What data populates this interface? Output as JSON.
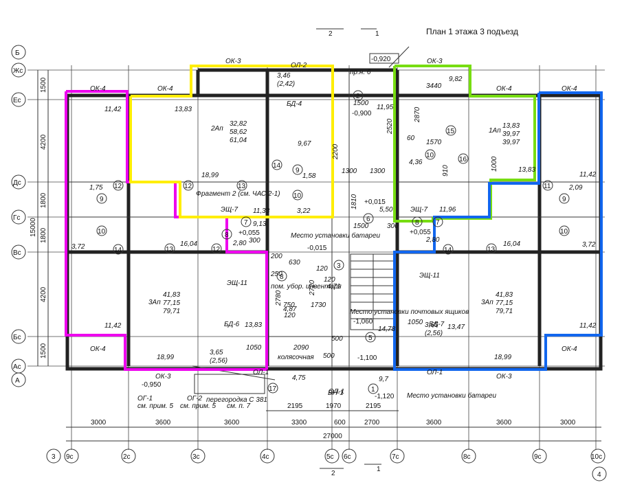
{
  "title": "План 1 этажа 3 подъезд",
  "highlight_colors": {
    "magenta": "#ee00ee",
    "yellow": "#ffee00",
    "green": "#77dd11",
    "blue": "#1166ee"
  },
  "axes_rows": [
    "Б",
    "Жс",
    "Ес",
    "Дс",
    "Гс",
    "Вс",
    "Бс",
    "Ас",
    "А"
  ],
  "axes_cols": [
    "3",
    "9с",
    "2с",
    "3с",
    "4с",
    "5с",
    "6с",
    "7с",
    "8с",
    "9с",
    "10с",
    "4"
  ],
  "left_dims": [
    "1500",
    "4200",
    "1800",
    "1800",
    "15000",
    "4200",
    "1500"
  ],
  "bottom_dims": [
    "3000",
    "3600",
    "3600",
    "3300",
    "600",
    "2700",
    "3600",
    "3600",
    "3000"
  ],
  "bottom_sub_dims": [
    "2195",
    "1970",
    "2195"
  ],
  "total_dim": "27000",
  "section_marks": [
    "2",
    "1",
    "2",
    "1"
  ],
  "apartments": [
    {
      "label": "2Ап",
      "area1": "32,82",
      "area2": "58,62",
      "area3": "61,04"
    },
    {
      "label": "1Ап",
      "area1": "13,83",
      "area2": "39,97",
      "area3": "39,97"
    },
    {
      "label": "3Ап",
      "area1": "41,83",
      "area2": "77,15",
      "area3": "79,71"
    },
    {
      "label": "3Ап",
      "area1": "41,83",
      "area2": "77,15",
      "area3": "79,71"
    }
  ],
  "windows": [
    "ОК-4",
    "ОК-4",
    "ОК-3",
    "ОЛ-2",
    "ОК-3",
    "ОК-4",
    "ОК-4",
    "ОК-4",
    "ОК-3",
    "ОЛ-1",
    "ОК-3",
    "ОЛ-1",
    "ОК-4",
    "ОЛ-1"
  ],
  "doors": [
    "БД-4",
    "БД-6",
    "БД-7"
  ],
  "areas": [
    "11,42",
    "13,83",
    "18,99",
    "1,75",
    "3,72",
    "16,04",
    "2,80",
    "11,33",
    "3,22",
    "9,13",
    "9,67",
    "1,58",
    "3,46",
    "(2,42)",
    "11,95",
    "9,82",
    "3440",
    "13,83",
    "11,42",
    "2,09",
    "3,72",
    "16,04",
    "2,80",
    "11,96",
    "5,50",
    "4,36",
    "4,71",
    "4,87",
    "14,78",
    "13,47",
    "18,99",
    "3,65",
    "(2,56)",
    "11,42",
    "11,42",
    "18,99",
    "13,83",
    "3,65",
    "(2,56)",
    "4,75",
    "9,7"
  ],
  "levels": [
    "-0,920",
    "-0,900",
    "+0,015",
    "+0,055",
    "+0,055",
    "-0,015",
    "-1,060",
    "-1,100",
    "-1,120",
    "-0,950"
  ],
  "notes": [
    "Фрагмент 2 (см. ЧАС 2-1)",
    "Место установки батареи",
    "пом. убор. инвентаря",
    "Место установки почтовых ящиков",
    "колясочная",
    "Место установки батареи",
    "перегородка С 381",
    "см. прим. 5",
    "см. прим. 5",
    "см. п. 7",
    "пр.н. 6",
    "1500",
    "2520",
    "2870",
    "1570",
    "1000",
    "910",
    "1300",
    "1300",
    "2200",
    "1810",
    "1500",
    "300",
    "300",
    "630",
    "750",
    "1730",
    "2720",
    "2090",
    "500",
    "500",
    "1050",
    "1050",
    "2780",
    "200",
    "250",
    "120",
    "120",
    "120",
    "60",
    "ВН-1"
  ],
  "equipment": [
    "ЭЩ-7",
    "ЭЩ-7",
    "ЭЩ-11",
    "ЭЩ-11",
    "ОГ-1",
    "ОГ-2"
  ],
  "room_numbers": [
    "12",
    "9",
    "10",
    "14",
    "13",
    "12",
    "13",
    "14",
    "9",
    "10",
    "7",
    "8",
    "6",
    "15",
    "16",
    "10",
    "11",
    "9",
    "10",
    "14",
    "13",
    "7",
    "8",
    "12",
    "17",
    "5",
    "1",
    "2",
    "3",
    "8"
  ]
}
